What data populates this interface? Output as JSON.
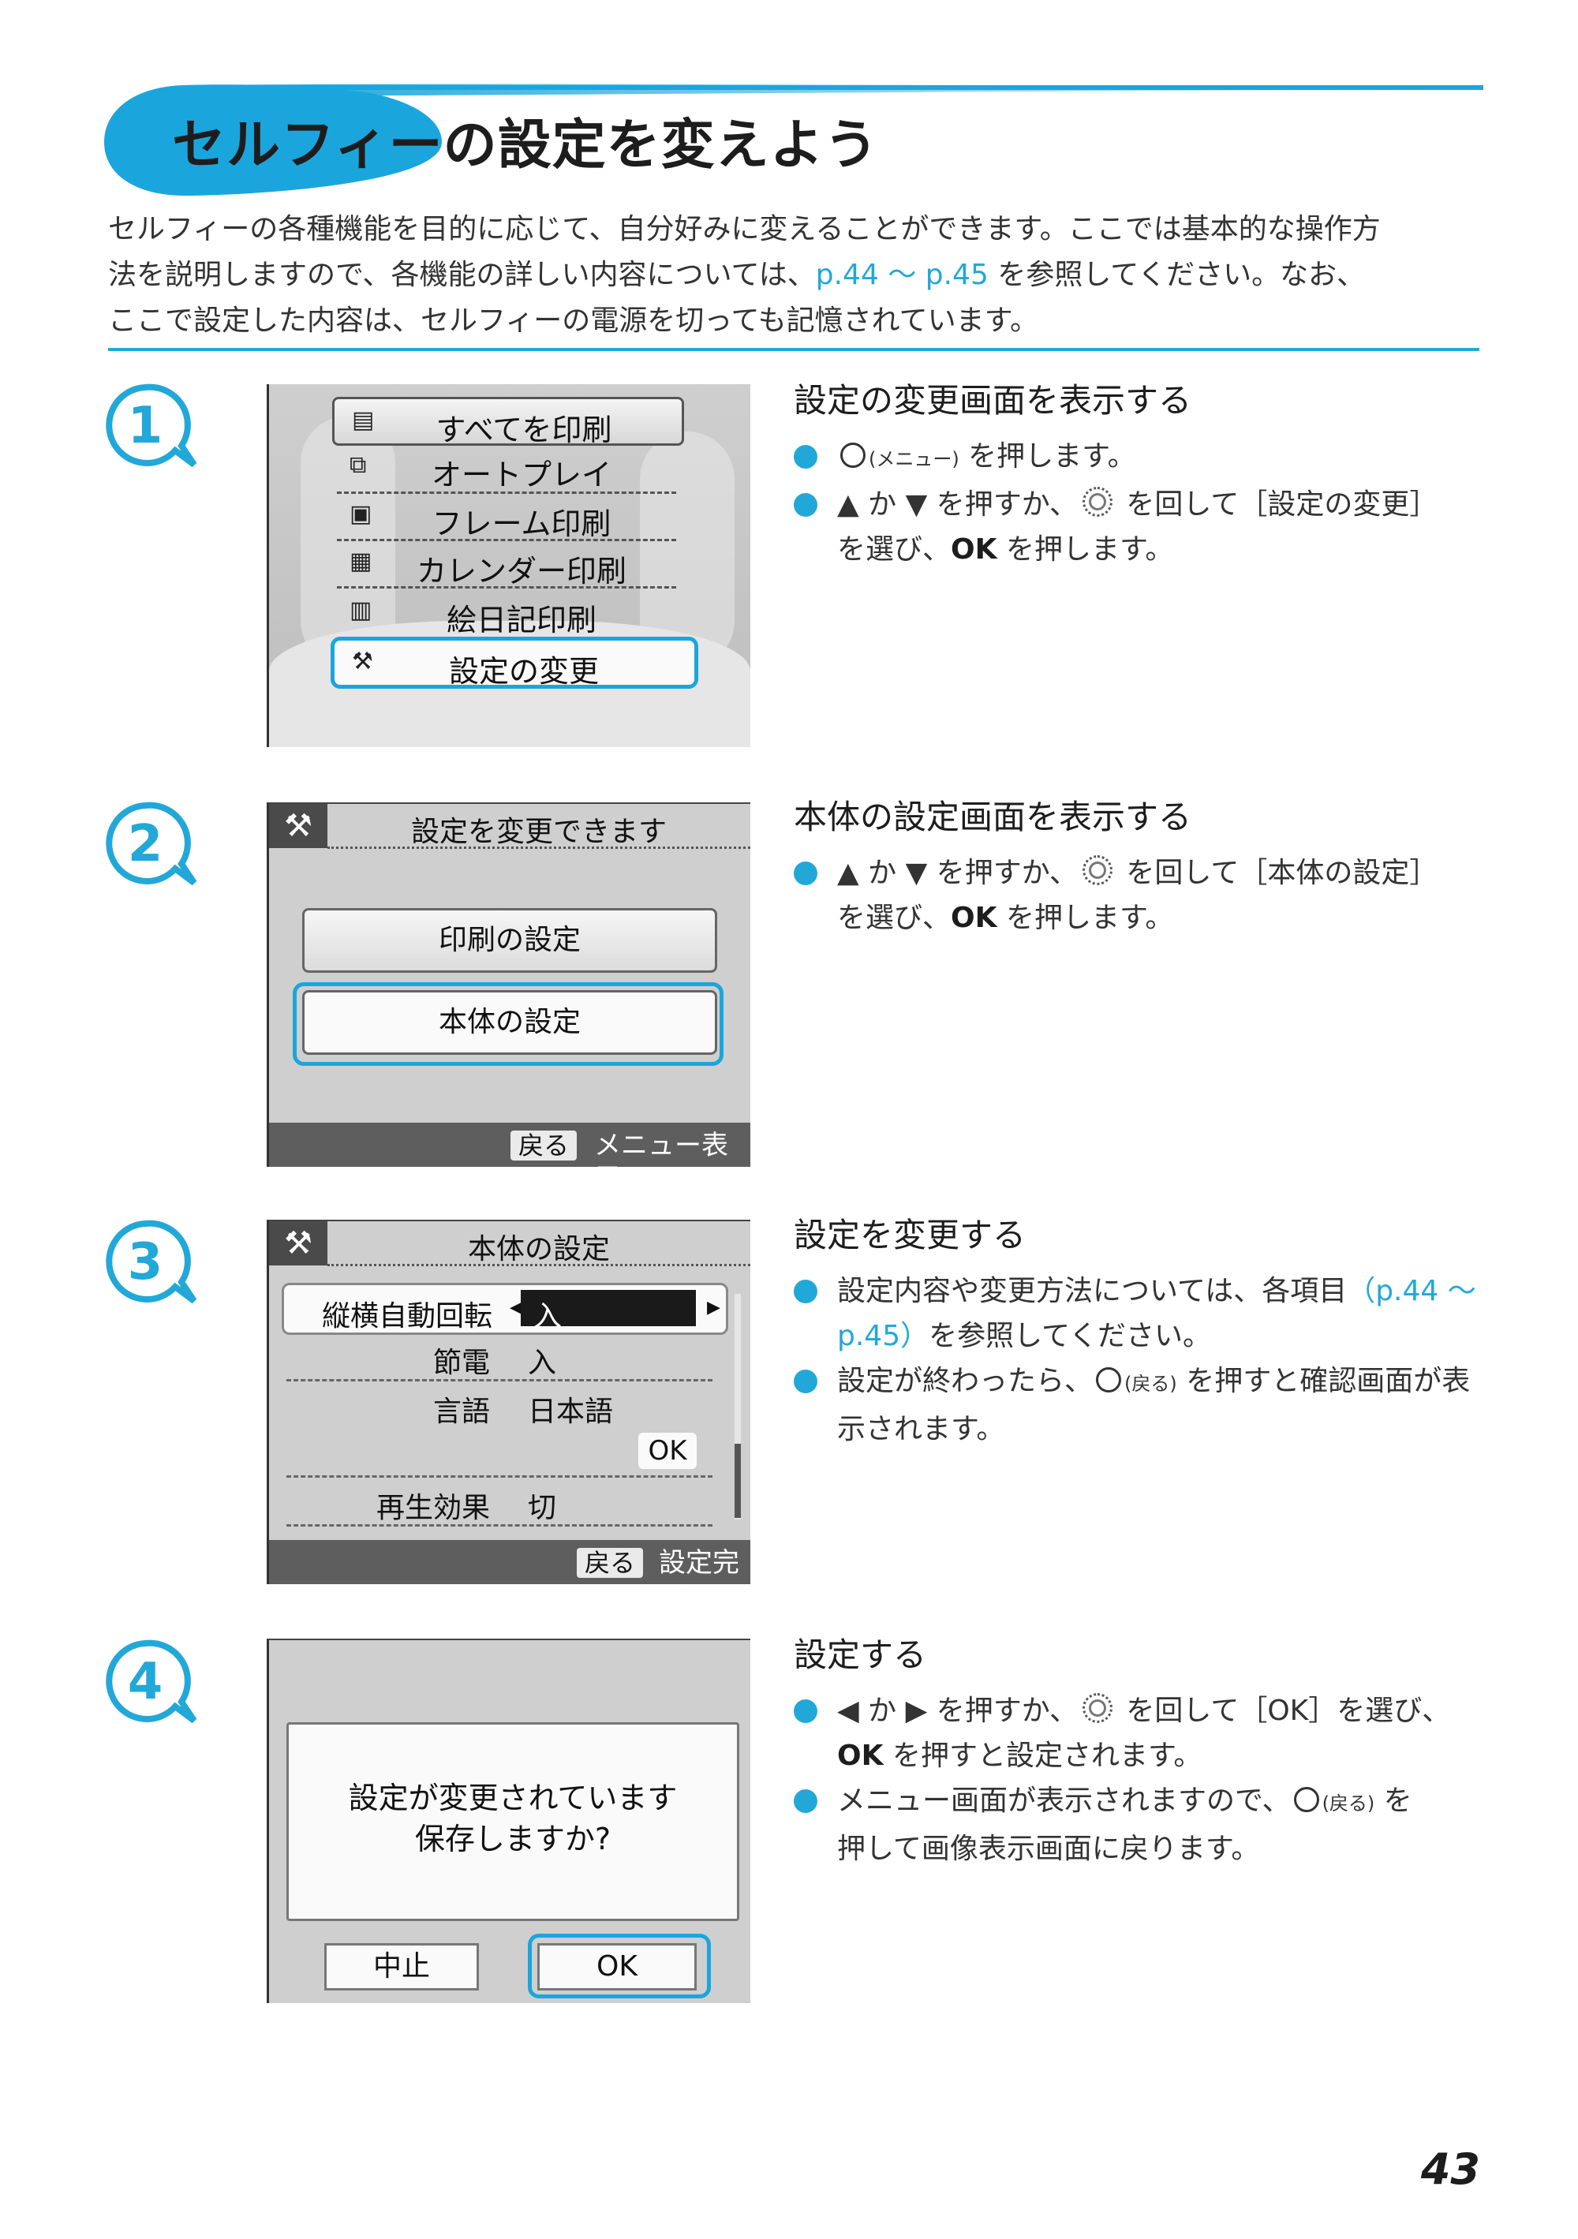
{
  "title": "セルフィーの設定を変えよう",
  "intro": {
    "line1": "セルフィーの各種機能を目的に応じて、自分好みに変えることができます。ここでは基本的な操作方",
    "line2_a": "法を説明しますので、各機能の詳しい内容については、",
    "line2_link": "p.44 ～ p.45",
    "line2_b": " を参照してください。なお、",
    "line3": "ここで設定した内容は、セルフィーの電源を切っても記憶されています。"
  },
  "colors": {
    "accent": "#22a8d8",
    "highlight_ring": "#1aa6dc"
  },
  "steps": [
    {
      "number": "1",
      "title": "設定の変更画面を表示する",
      "bullets": [
        {
          "pre": "",
          "small": "(メニュー)",
          "post": " を押します。"
        },
        {
          "a": "▲ か ▼ を押すか、",
          "b": " を回して［設定の変更］",
          "c": "を選び、",
          "ok": "OK",
          "d": " を押します。"
        }
      ],
      "screen": {
        "icons": [
          "print-all-icon",
          "autoplay-icon",
          "frame-print-icon",
          "calendar-print-icon",
          "picture-diary-icon",
          "settings-icon"
        ],
        "menu": [
          "すべてを印刷",
          "オートプレイ",
          "フレーム印刷",
          "カレンダー印刷",
          "絵日記印刷",
          "設定の変更"
        ]
      }
    },
    {
      "number": "2",
      "title": "本体の設定画面を表示する",
      "bullets": [
        {
          "a": "▲ か ▼ を押すか、",
          "b": " を回して［本体の設定］",
          "c": "を選び、",
          "ok": "OK",
          "d": " を押します。"
        }
      ],
      "screen": {
        "header": "設定を変更できます",
        "buttons": [
          "印刷の設定",
          "本体の設定"
        ],
        "footer_button": "戻る",
        "footer_text": "メニュー表示へ"
      }
    },
    {
      "number": "3",
      "title": "設定を変更する",
      "bullets": [
        {
          "a": "設定内容や変更方法については、各項目",
          "link": "（p.44 ～ p.45）",
          "b": "を参照してください。"
        },
        {
          "a": "設定が終わったら、",
          "small": "(戻る)",
          "b": " を押すと確認画面が表示されます。"
        }
      ],
      "screen": {
        "header": "本体の設定",
        "rows": [
          {
            "label": "縦横自動回転",
            "value": "入"
          },
          {
            "label": "節電",
            "value": "入"
          },
          {
            "label": "言語",
            "value": "日本語"
          },
          {
            "label": "再生効果",
            "value": "切"
          }
        ],
        "ok": "OK",
        "footer_button": "戻る",
        "footer_text": "設定完了"
      }
    },
    {
      "number": "4",
      "title": "設定する",
      "bullets": [
        {
          "a": "◀ か ▶ を押すか、",
          "b": " を回して［OK］を選び、",
          "ok": "OK",
          "c": " を押すと設定されます。"
        },
        {
          "a": "メニュー画面が表示されますので、",
          "small": "(戻る)",
          "b": " を",
          "c": "押して画像表示画面に戻ります。"
        }
      ],
      "screen": {
        "message_line1": "設定が変更されています",
        "message_line2": "保存しますか?",
        "cancel": "中止",
        "ok": "OK"
      }
    }
  ],
  "page_number": "43"
}
